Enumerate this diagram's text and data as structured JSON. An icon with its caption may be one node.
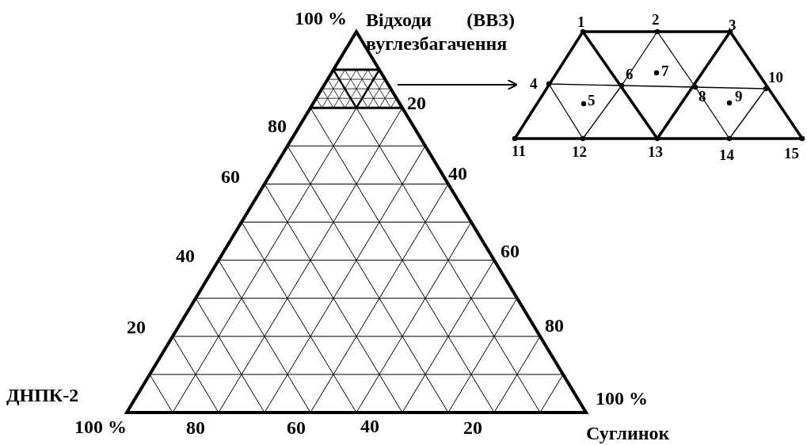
{
  "diagram": {
    "nodes": [
      {
        "text": [],
        "shape": "trapezoid"
      },
      {
        "text": [],
        "shape": "trapezoid"
      }
    ],
    "edges": [
      {
        "from": 0,
        "to": 1,
        "arrow": "to"
      }
    ],
    "labels": [
      "100 %",
      "Відходи (ВВЗ) вуглезбагачення",
      "1",
      "2",
      "3",
      "7",
      "4",
      "6",
      "8",
      "10",
      "5",
      "9",
      "80",
      "20",
      "11",
      "12",
      "13",
      "14",
      "15",
      "60",
      "40",
      "40",
      "60",
      "20",
      "80",
      "ДНПК-2",
      "100 %",
      "100 %",
      "80",
      "60",
      "40",
      "20",
      "Суглинок"
    ]
  }
}
